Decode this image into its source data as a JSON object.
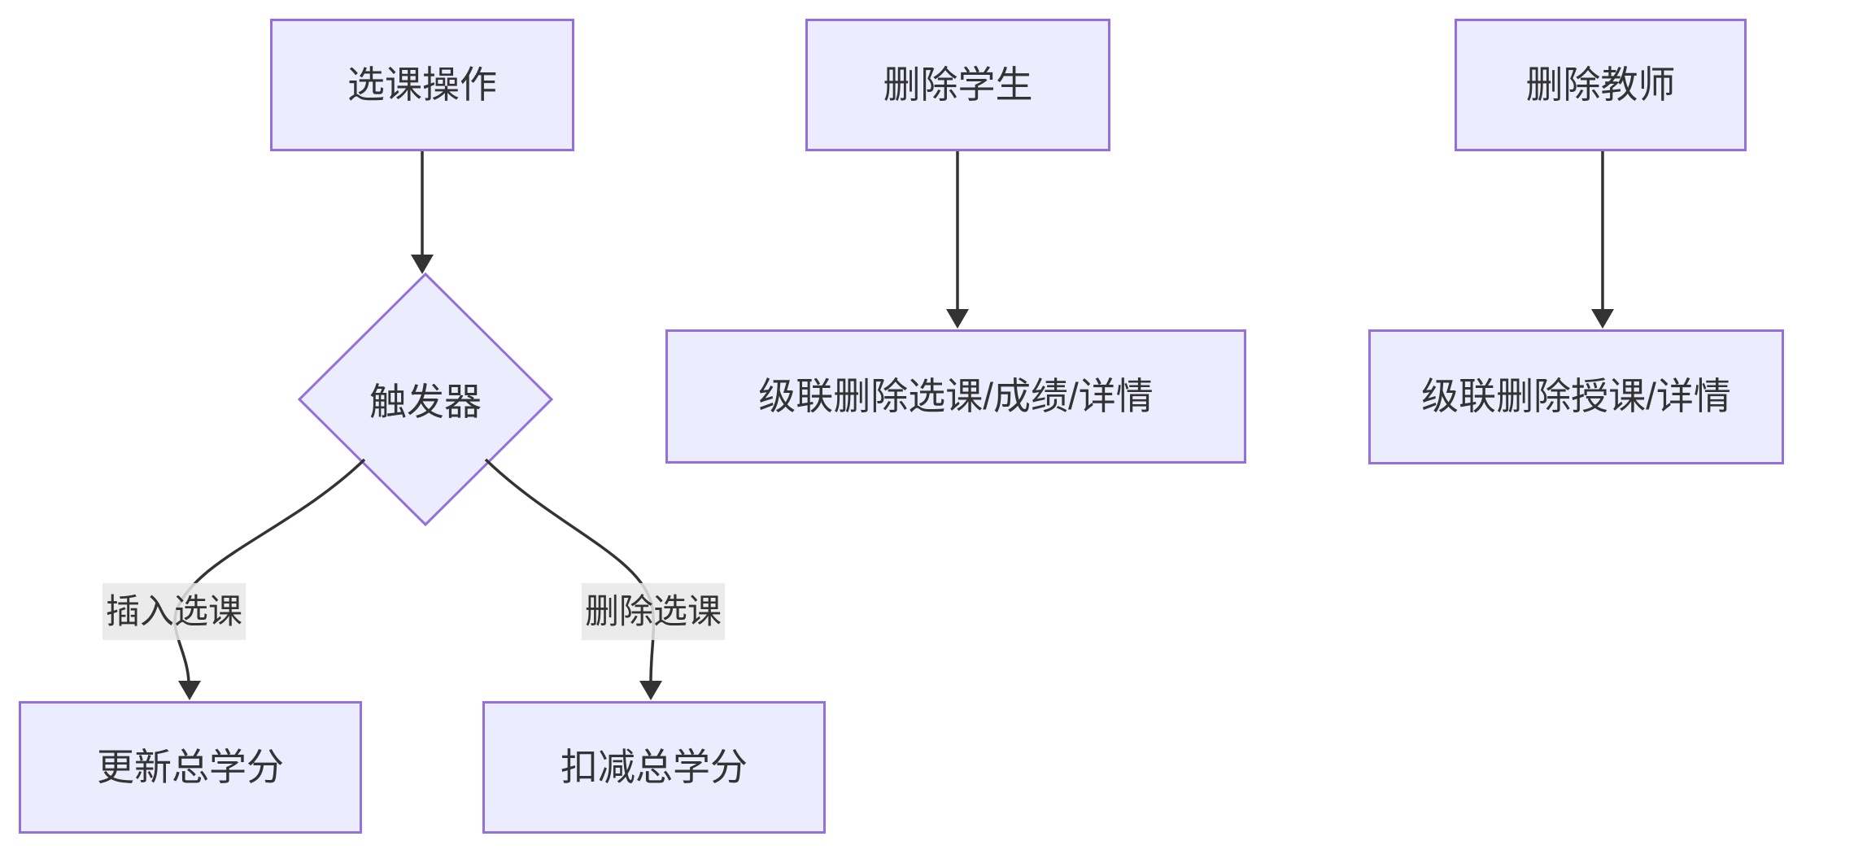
{
  "diagram": {
    "title": "trigger-and-cascade-delete-flowchart",
    "colors": {
      "node_fill": "#ECECFF",
      "node_border": "#9370DB",
      "edge_color": "#333333",
      "text_color": "#333333",
      "edge_label_bg": "#E8E8E8",
      "background": "#FFFFFF"
    },
    "nodes": {
      "course_op": {
        "label": "选课操作",
        "shape": "rect"
      },
      "trigger": {
        "label": "触发器",
        "shape": "diamond"
      },
      "update_credits": {
        "label": "更新总学分",
        "shape": "rect"
      },
      "deduct_credits": {
        "label": "扣减总学分",
        "shape": "rect"
      },
      "delete_student": {
        "label": "删除学生",
        "shape": "rect"
      },
      "cascade_student": {
        "label": "级联删除选课/成绩/详情",
        "shape": "rect"
      },
      "delete_teacher": {
        "label": "删除教师",
        "shape": "rect"
      },
      "cascade_teacher": {
        "label": "级联删除授课/详情",
        "shape": "rect"
      }
    },
    "edge_labels": {
      "insert": "插入选课",
      "delete": "删除选课"
    },
    "edges": [
      {
        "from": "course_op",
        "to": "trigger",
        "label": ""
      },
      {
        "from": "trigger",
        "to": "update_credits",
        "label": "插入选课"
      },
      {
        "from": "trigger",
        "to": "deduct_credits",
        "label": "删除选课"
      },
      {
        "from": "delete_student",
        "to": "cascade_student",
        "label": ""
      },
      {
        "from": "delete_teacher",
        "to": "cascade_teacher",
        "label": ""
      }
    ]
  }
}
